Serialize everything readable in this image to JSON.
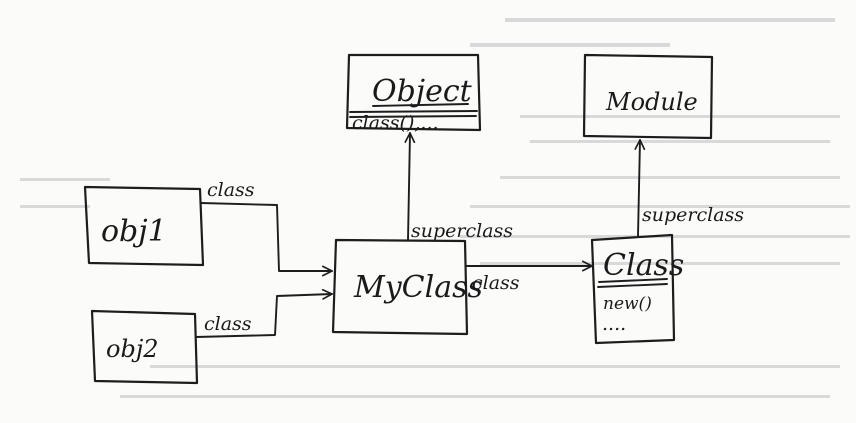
{
  "nodes": {
    "object": {
      "name": "Object",
      "methods": "class(),..."
    },
    "module": {
      "name": "Module"
    },
    "myclass": {
      "name": "MyClass"
    },
    "class": {
      "name": "Class",
      "methods": "new()",
      "more": "...."
    },
    "obj1": {
      "name": "obj1"
    },
    "obj2": {
      "name": "obj2"
    }
  },
  "edges": {
    "obj1_to_myclass": "class",
    "obj2_to_myclass": "class",
    "myclass_to_class": "class",
    "myclass_to_object": "superclass",
    "class_to_module": "superclass"
  }
}
